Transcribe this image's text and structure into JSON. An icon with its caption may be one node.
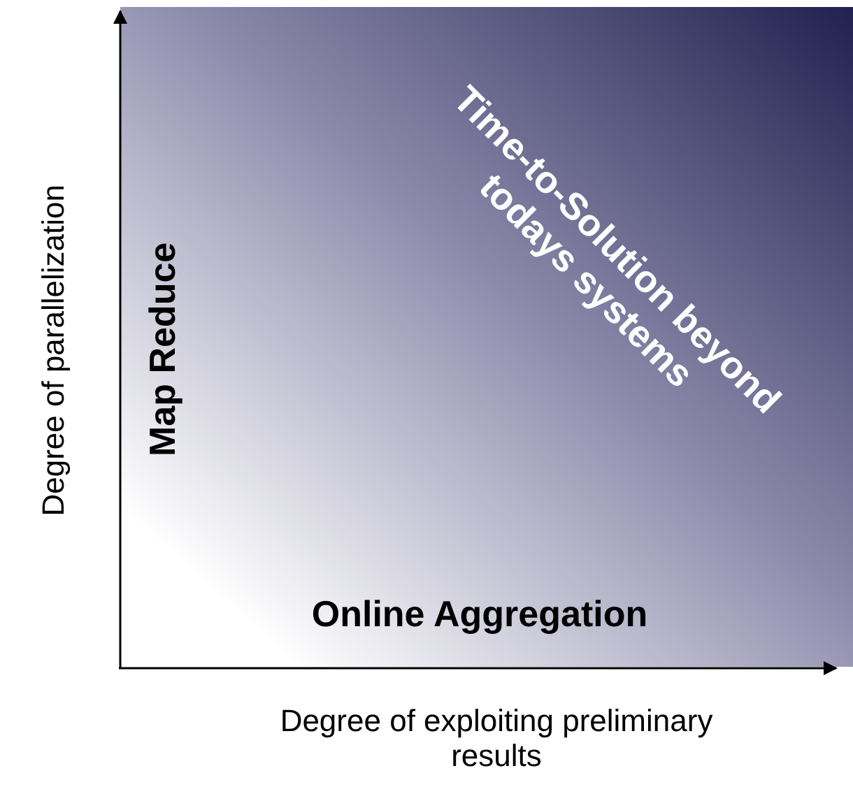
{
  "diagram": {
    "labels": [
      "Time-to-Solution beyond todays systems",
      "Map Reduce",
      "Degree of parallelization",
      "Online Aggregation",
      "Degree of exploiting preliminary results"
    ]
  }
}
